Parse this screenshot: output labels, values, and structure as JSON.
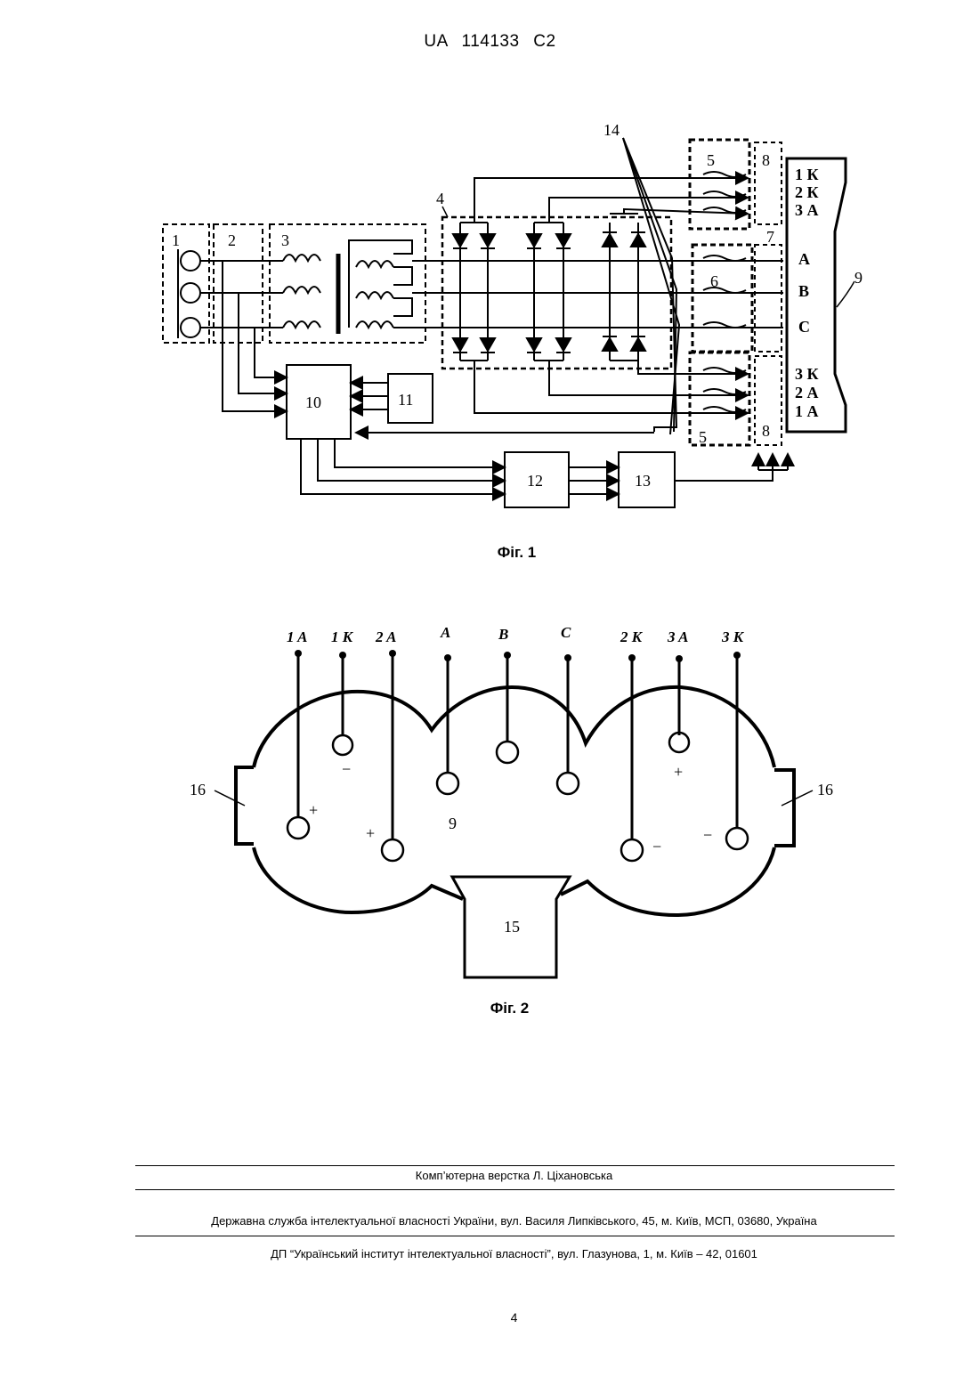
{
  "header": {
    "doc_id": "UA   114133   C2"
  },
  "fig1": {
    "caption": "Фіг. 1",
    "labels": {
      "b1": "1",
      "b2": "2",
      "b3": "3",
      "b4": "4",
      "b5top": "5",
      "b5bot": "5",
      "b6": "6",
      "b7": "7",
      "b8top": "8",
      "b8bot": "8",
      "b9": "9",
      "b10": "10",
      "b11": "11",
      "b12": "12",
      "b13": "13",
      "b14": "14"
    },
    "terminals": [
      "1 К",
      "2 К",
      "3 А",
      "А",
      "В",
      "С",
      "3 К",
      "2 А",
      "1 А"
    ]
  },
  "fig2": {
    "caption": "Фіг. 2",
    "terminals": [
      "1 A",
      "1 K",
      "2 A",
      "A",
      "B",
      "C",
      "2 K",
      "3 A",
      "3 K"
    ],
    "labels": {
      "body": "9",
      "block15": "15",
      "side_left": "16",
      "side_right": "16"
    },
    "polarity": [
      "+",
      "−",
      "+",
      "+",
      "−",
      "−"
    ]
  },
  "footer": {
    "line1": "Комп’ютерна верстка Л. Ціхановська",
    "line2": "Державна служба інтелектуальної власності України, вул. Василя Липківського, 45, м. Київ, МСП, 03680, Україна",
    "line3": "ДП “Український інститут інтелектуальної власності”, вул. Глазунова, 1, м. Київ – 42, 01601"
  },
  "page_number": "4"
}
